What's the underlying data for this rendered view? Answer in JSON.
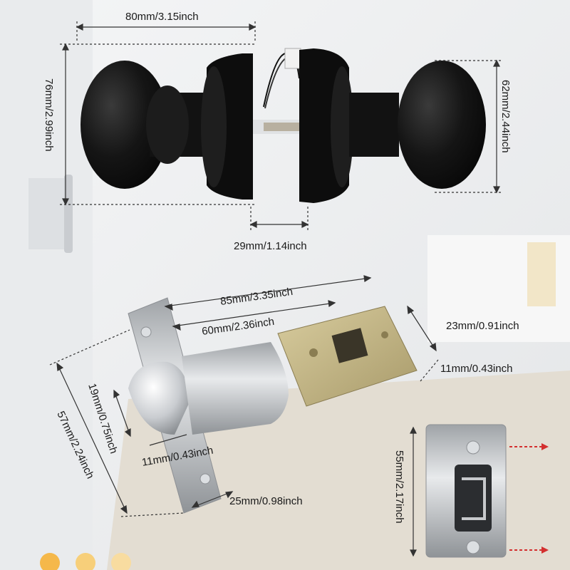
{
  "product": {
    "name": "door knob lock with latch and strike plate",
    "knob_color": "#111111",
    "metal_color": "#c7c9cc",
    "latch_plate_color": "#bfc2c5",
    "brass_color": "#c9b98a"
  },
  "dimensions": {
    "knob_total_width": "80mm/3.15inch",
    "knob_height_left": "76mm/2.99inch",
    "knob_height_right": "62mm/2.44inch",
    "rose_gap": "29mm/1.14inch",
    "latch_total_length": "85mm/3.35inch",
    "latch_backset": "60mm/2.36inch",
    "latch_body_height": "23mm/0.91inch",
    "latch_body_thickness": "11mm/0.43inch",
    "bolt_height": "19mm/0.75inch",
    "bolt_thickness": "11mm/0.43inch",
    "faceplate_height": "57mm/2.24inch",
    "faceplate_width": "25mm/0.98inch",
    "strike_plate_height": "55mm/2.17inch"
  },
  "arrow_color": "#d32f2f"
}
